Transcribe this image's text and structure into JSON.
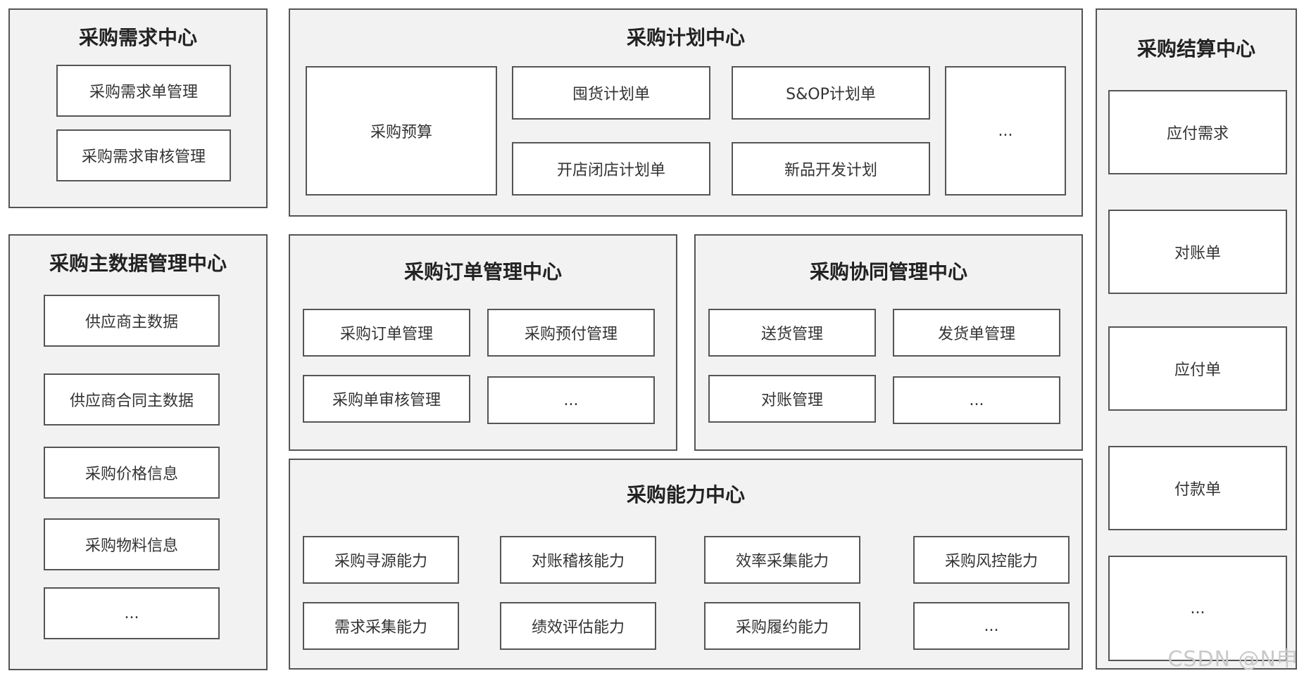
{
  "demand_center": {
    "title": "采购需求中心",
    "items": [
      "采购需求单管理",
      "采购需求审核管理"
    ]
  },
  "plan_center": {
    "title": "采购计划中心",
    "budget": "采购预算",
    "items": [
      "囤货计划单",
      "S&OP计划单",
      "开店闭店计划单",
      "新品开发计划",
      "..."
    ]
  },
  "settlement_center": {
    "title": "采购结算中心",
    "items": [
      "应付需求",
      "对账单",
      "应付单",
      "付款单",
      "..."
    ]
  },
  "master_data_center": {
    "title": "采购主数据管理中心",
    "items": [
      "供应商主数据",
      "供应商合同主数据",
      "采购价格信息",
      "采购物料信息",
      "..."
    ]
  },
  "order_center": {
    "title": "采购订单管理中心",
    "items": [
      "采购订单管理",
      "采购预付管理",
      "采购单审核管理",
      "..."
    ]
  },
  "collab_center": {
    "title": "采购协同管理中心",
    "items": [
      "送货管理",
      "发货单管理",
      "对账管理",
      "..."
    ]
  },
  "capability_center": {
    "title": "采购能力中心",
    "items": [
      "采购寻源能力",
      "对账稽核能力",
      "效率采集能力",
      "采购风控能力",
      "需求采集能力",
      "绩效评估能力",
      "采购履约能力",
      "..."
    ]
  },
  "watermark": "CSDN @N申"
}
